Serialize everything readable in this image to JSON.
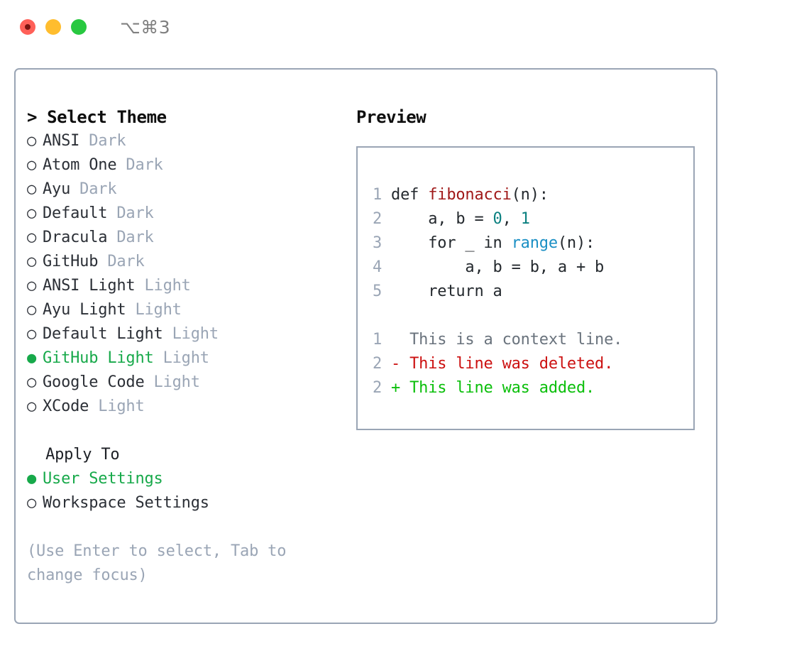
{
  "titlebar": {
    "shortcut": "⌥⌘3",
    "buttons": {
      "close": "close",
      "minimize": "minimize",
      "maximize": "maximize"
    }
  },
  "theme_picker": {
    "header": "> Select Theme",
    "items": [
      {
        "marker": "○ ",
        "name": "ANSI",
        "kind": " Dark",
        "selected": false
      },
      {
        "marker": "○ ",
        "name": "Atom One",
        "kind": " Dark",
        "selected": false
      },
      {
        "marker": "○ ",
        "name": "Ayu",
        "kind": " Dark",
        "selected": false
      },
      {
        "marker": "○ ",
        "name": "Default",
        "kind": " Dark",
        "selected": false
      },
      {
        "marker": "○ ",
        "name": "Dracula",
        "kind": " Dark",
        "selected": false
      },
      {
        "marker": "○ ",
        "name": "GitHub",
        "kind": " Dark",
        "selected": false
      },
      {
        "marker": "○ ",
        "name": "ANSI Light",
        "kind": " Light",
        "selected": false
      },
      {
        "marker": "○ ",
        "name": "Ayu Light",
        "kind": " Light",
        "selected": false
      },
      {
        "marker": "○ ",
        "name": "Default Light",
        "kind": " Light",
        "selected": false
      },
      {
        "marker": "● ",
        "name": "GitHub Light",
        "kind": " Light",
        "selected": true
      },
      {
        "marker": "○ ",
        "name": "Google Code",
        "kind": " Light",
        "selected": false
      },
      {
        "marker": "○ ",
        "name": "XCode",
        "kind": " Light",
        "selected": false
      }
    ]
  },
  "apply_to": {
    "header": "  Apply To",
    "options": [
      {
        "marker": "● ",
        "label": "User Settings",
        "selected": true
      },
      {
        "marker": "○ ",
        "label": "Workspace Settings",
        "selected": false
      }
    ]
  },
  "hint": "(Use Enter to select, Tab to change focus)",
  "preview": {
    "title": "Preview",
    "code_lines": [
      {
        "num": "1",
        "tokens": [
          {
            "t": " def ",
            "c": "tok-kw"
          },
          {
            "t": "fibonacci",
            "c": "tok-fn"
          },
          {
            "t": "(n):",
            "c": "tok-plain"
          }
        ]
      },
      {
        "num": "2",
        "tokens": [
          {
            "t": "     a, b = ",
            "c": "tok-plain"
          },
          {
            "t": "0",
            "c": "tok-num"
          },
          {
            "t": ", ",
            "c": "tok-plain"
          },
          {
            "t": "1",
            "c": "tok-num"
          }
        ]
      },
      {
        "num": "3",
        "tokens": [
          {
            "t": "     for _ in ",
            "c": "tok-kw"
          },
          {
            "t": "range",
            "c": "tok-builtin"
          },
          {
            "t": "(n):",
            "c": "tok-plain"
          }
        ]
      },
      {
        "num": "4",
        "tokens": [
          {
            "t": "         a, b = b, a + b",
            "c": "tok-plain"
          }
        ]
      },
      {
        "num": "5",
        "tokens": [
          {
            "t": "     return a",
            "c": "tok-kw"
          }
        ]
      }
    ],
    "diff_lines": [
      {
        "num": "1",
        "sign": "  ",
        "text": " This is a context line.",
        "cls": "diff-ctx"
      },
      {
        "num": "2",
        "sign": " -",
        "text": " This line was deleted.",
        "cls": "diff-del"
      },
      {
        "num": "2",
        "sign": " +",
        "text": " This line was added.",
        "cls": "diff-add"
      }
    ]
  },
  "colors": {
    "accent_green": "#17a94a",
    "border": "#9aa5b5",
    "muted": "#9aa5b5",
    "diff_add": "#0bbf0b",
    "diff_del": "#cc1111",
    "syntax_function": "#a01a1a",
    "syntax_number": "#0b8080",
    "syntax_builtin": "#1a8fc4"
  }
}
